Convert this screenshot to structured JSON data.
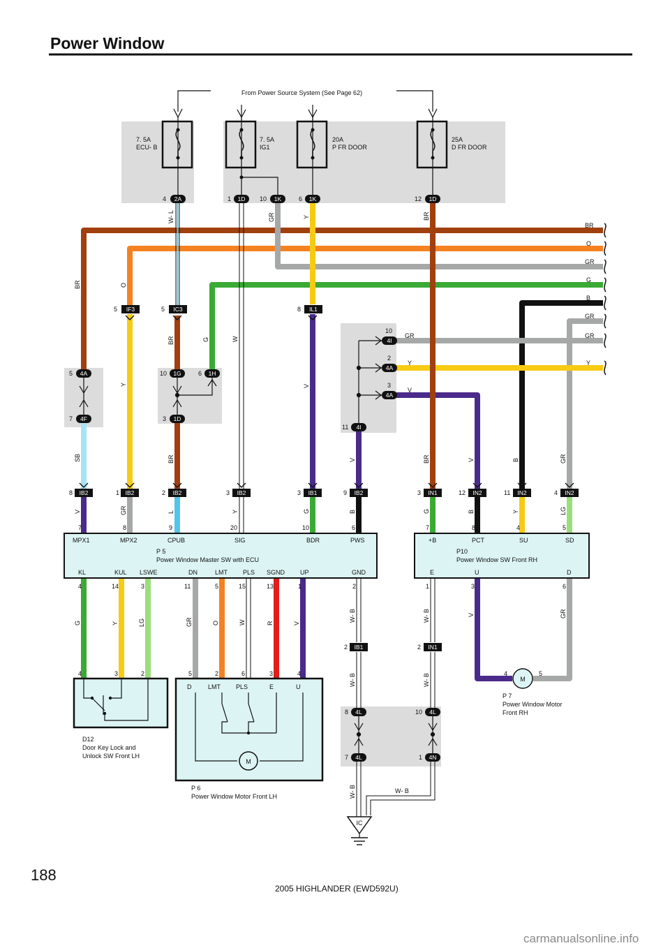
{
  "page": {
    "title": "Power Window",
    "page_number": "188",
    "footer": "2005 HIGHLANDER (EWD592U)",
    "watermark": "carmanualsonline.info"
  },
  "source_note": "From Power Source System (See Page 62)",
  "fuses": [
    {
      "id": "ecub",
      "line1": "7. 5A",
      "line2": "ECU- B"
    },
    {
      "id": "ig1",
      "line1": "7. 5A",
      "line2": "IG1"
    },
    {
      "id": "pfr",
      "line1": "20A",
      "line2": "P FR DOOR"
    },
    {
      "id": "dfr",
      "line1": "25A",
      "line2": "D FR DOOR"
    }
  ],
  "connectors": {
    "c2A": "2A",
    "c1D_top": "1D",
    "c1K_a": "1K",
    "c1K_b": "1K",
    "c1D_b": "1D",
    "cIF3": "IF3",
    "cIC3": "IC3",
    "cIL1": "IL1",
    "c4A_l": "4A",
    "c4F": "4F",
    "c1G": "1G",
    "c1H": "1H",
    "c1D_m": "1D",
    "c4I_t": "4I",
    "c4A_r1": "4A",
    "c4A_r2": "4A",
    "c4I_b": "4I",
    "cIB2_1": "IB2",
    "cIB2_2": "IB2",
    "cIB2_3": "IB2",
    "cIB2_4": "IB2",
    "cIB1_1": "IB1",
    "cIB2_5": "IB2",
    "cIN1_1": "IN1",
    "cIN2_1": "IN2",
    "cIN2_2": "IN2",
    "cIN2_3": "IN2",
    "cIB1_2": "IB1",
    "cIN1_2": "IN1",
    "c4L_1": "4L",
    "c4L_2": "4L",
    "c4L_3": "4L",
    "c4N": "4N",
    "ground": "IC"
  },
  "pins": {
    "p4": "4",
    "p1": "1",
    "p10": "10",
    "p6": "6",
    "p12": "12",
    "p5a": "5",
    "p5b": "5",
    "p8a": "8",
    "p5c": "5",
    "p7": "7",
    "p10b": "10",
    "p6b": "6",
    "p3": "3",
    "p10c": "10",
    "p2": "2",
    "p3b": "3",
    "p11": "11",
    "r8": "8",
    "r1": "1",
    "r2": "2",
    "r3": "3",
    "r3b": "3",
    "r9": "9",
    "r3c": "3",
    "r12": "12",
    "r11": "11",
    "r4": "4",
    "e7": "7",
    "e8": "8",
    "e9": "9",
    "e20": "20",
    "e10": "10",
    "e6": "6",
    "f7": "7",
    "f8": "8",
    "f4": "4",
    "f5": "5",
    "g4": "4",
    "g14": "14",
    "g3": "3",
    "g11": "11",
    "g5": "5",
    "g15": "15",
    "g13": "13",
    "g1": "1",
    "g2": "2",
    "h1": "1",
    "h3": "3",
    "h6": "6",
    "i2": "2",
    "i2b": "2",
    "j4": "4",
    "j3": "3",
    "j2": "2",
    "j5": "5",
    "j2b": "2",
    "j6": "6",
    "j3b": "3",
    "j4b": "4",
    "k4": "4",
    "k5": "5",
    "l8": "8",
    "l10": "10",
    "l7": "7",
    "l1": "1"
  },
  "wire_labels": {
    "w_wl": "W- L",
    "w_gr1": "GR",
    "w_y1": "Y",
    "w_br1": "BR",
    "w_br_r": "BR",
    "w_o_r": "O",
    "w_gr_r": "GR",
    "w_g_r": "G",
    "w_b_r": "B",
    "w_gr_r2": "GR",
    "w_gr_r3": "GR",
    "w_y_r": "Y",
    "w_br2": "BR",
    "w_o2": "O",
    "w_br3": "BR",
    "w_g2": "G",
    "w_w2": "W",
    "w_y2": "Y",
    "w_v2": "V",
    "w_gr4": "GR",
    "w_y4": "Y",
    "w_v4": "V",
    "w_sb": "SB",
    "w_br5": "BR",
    "w_v5": "V",
    "w_br6": "BR",
    "w_v6": "V",
    "w_b6": "B",
    "w_gr6": "GR",
    "w_v7": "V",
    "w_gr7": "GR",
    "w_l7": "L",
    "w_y7": "Y",
    "w_g7": "G",
    "w_b7": "B",
    "w_g8": "G",
    "w_b8": "B",
    "w_y8": "Y",
    "w_lg8": "LG",
    "w_g9": "G",
    "w_y9": "Y",
    "w_lg9": "LG",
    "w_gr9": "GR",
    "w_o9": "O",
    "w_w9": "W",
    "w_r9": "R",
    "w_v9": "V",
    "w_wb1": "W- B",
    "w_wb2": "W- B",
    "w_v10": "V",
    "w_gr10": "GR",
    "w_wb3": "W- B",
    "w_wb4": "W- B",
    "w_wb5": "W- B",
    "w_wb6": "W- B"
  },
  "ecu_p5": {
    "top_terms": [
      "MPX1",
      "MPX2",
      "CPUB",
      "SIG",
      "BDR",
      "PWS"
    ],
    "code": "P 5",
    "name": "Power Window Master SW with ECU",
    "bottom_terms": [
      "KL",
      "KUL",
      "LSWE",
      "DN",
      "LMT",
      "PLS",
      "SGND",
      "UP",
      "GND"
    ]
  },
  "sw_p10": {
    "top_terms": [
      "+B",
      "PCT",
      "SU",
      "SD"
    ],
    "code": "P10",
    "name": "Power Window SW Front RH",
    "bottom_terms": [
      "E",
      "U",
      "D"
    ]
  },
  "d12": {
    "code": "D12",
    "line1": "Door Key Lock and",
    "line2": "Unlock SW Front LH"
  },
  "p6": {
    "terms": [
      "D",
      "LMT",
      "PLS",
      "E",
      "U"
    ],
    "code": "P 6",
    "name": "Power Window Motor Front LH",
    "motor": "M"
  },
  "p7": {
    "code": "P 7",
    "line1": "Power Window Motor",
    "line2": "Front RH",
    "motor": "M"
  },
  "colors": {
    "BR": "#a0400f",
    "O": "#f58220",
    "GR": "#a6a8a8",
    "G": "#3aaa35",
    "B": "#111111",
    "Y": "#f7cb14",
    "V": "#4a2a8a",
    "SB": "#a6e4f4",
    "L": "#55c3ea",
    "LG": "#9ade7c",
    "R": "#e31c1c",
    "panel": "#dcdcdc",
    "component": "#ddf4f4"
  }
}
